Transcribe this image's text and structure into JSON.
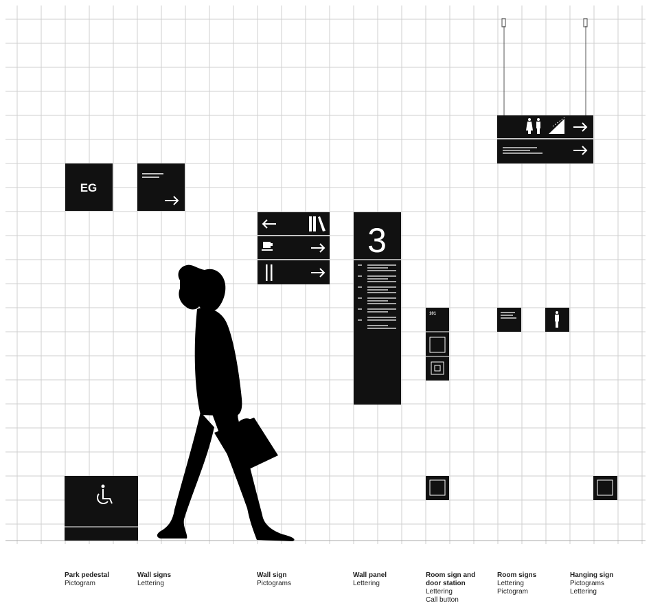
{
  "colors": {
    "sign": "#111111",
    "grid": "#cfcfcf",
    "background": "#ffffff",
    "sign_text": "#ffffff"
  },
  "signs": {
    "park_pedestal": {
      "icon": "wheelchair-icon"
    },
    "wall_sign_floor": {
      "text": "EG",
      "icon": "arrow-right-icon"
    },
    "wall_sign_pictograms": {
      "icons": [
        "arrow-left-icon",
        "library-books-icon",
        "coffee-cup-icon",
        "arrow-right-icon",
        "cutlery-icon",
        "arrow-right-icon"
      ]
    },
    "wall_panel": {
      "number": "3"
    },
    "room_sign_door_station": {
      "room_number": "101",
      "icon": "call-button-icon"
    },
    "room_signs": {
      "icon": "person-icon"
    },
    "hanging_sign": {
      "icons": [
        "restroom-icon",
        "stairs-icon",
        "arrow-right-icon",
        "arrow-right-icon"
      ]
    }
  },
  "captions": [
    {
      "title": "Park pedestal",
      "lines": [
        "Pictogram"
      ]
    },
    {
      "title": "Wall signs",
      "lines": [
        "Lettering"
      ]
    },
    {
      "title": "Wall sign",
      "lines": [
        "Pictograms"
      ]
    },
    {
      "title": "Wall panel",
      "lines": [
        "Lettering"
      ]
    },
    {
      "title": "Room sign and",
      "lines": [
        "door station",
        "Lettering",
        "Call button"
      ]
    },
    {
      "title": "Room signs",
      "lines": [
        "Lettering",
        "Pictogram"
      ]
    },
    {
      "title": "Hanging sign",
      "lines": [
        "Pictograms",
        "Lettering"
      ]
    }
  ]
}
